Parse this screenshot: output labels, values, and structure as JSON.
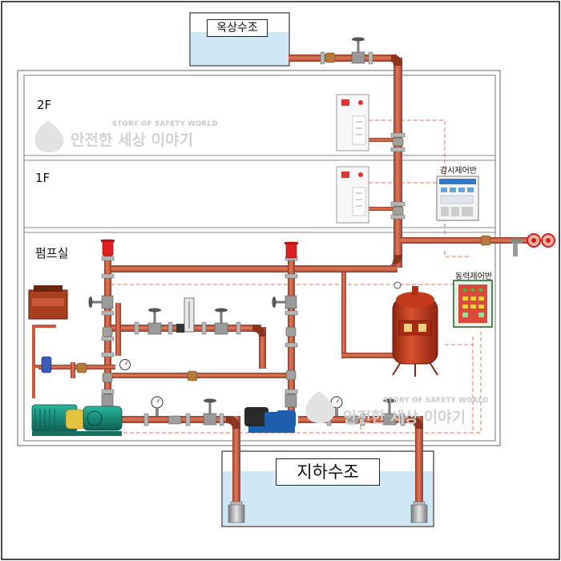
{
  "tanks": {
    "roof_tank_label": "옥상수조",
    "underground_tank_label": "지하수조"
  },
  "floors": [
    {
      "label": "2F"
    },
    {
      "label": "1F"
    },
    {
      "label": "펌프실"
    }
  ],
  "panels": {
    "monitoring_panel_label": "감시제어반",
    "power_panel_label": "동력제어반"
  },
  "watermark": {
    "english": "STORY OF SAFETY WORLD",
    "korean": "안전한 세상 이야기"
  },
  "colors": {
    "pipe": "#c8573c",
    "pipe_dark": "#8a3422",
    "water": "#cfe7f5",
    "dashed_line": "#e8704a",
    "pump": "#1f9a86",
    "pressure_tank": "#c63a1c",
    "alarm_valve": "#e02020",
    "hose_box": "#f7f7f7"
  }
}
